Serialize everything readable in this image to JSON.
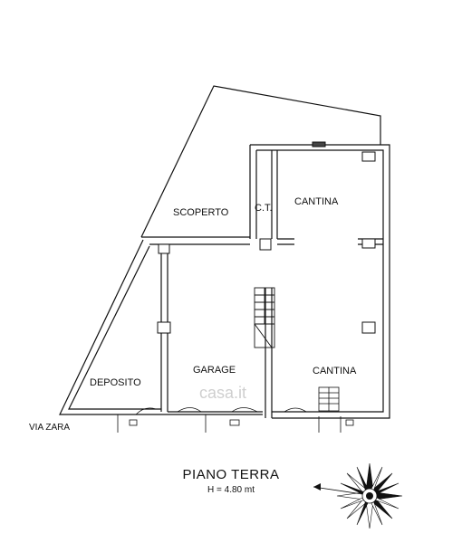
{
  "rooms": {
    "scoperto": "SCOPERTO",
    "ct": "C.T.",
    "cantina_upper": "CANTINA",
    "deposito": "DEPOSITO",
    "garage": "GARAGE",
    "cantina_lower": "CANTINA"
  },
  "street": "VIA ZARA",
  "floor": {
    "title": "PIANO TERRA",
    "height": "H  = 4.80 mt"
  },
  "watermark": "casa.it",
  "colors": {
    "line": "#111111",
    "watermark": "#cfcfcf"
  }
}
